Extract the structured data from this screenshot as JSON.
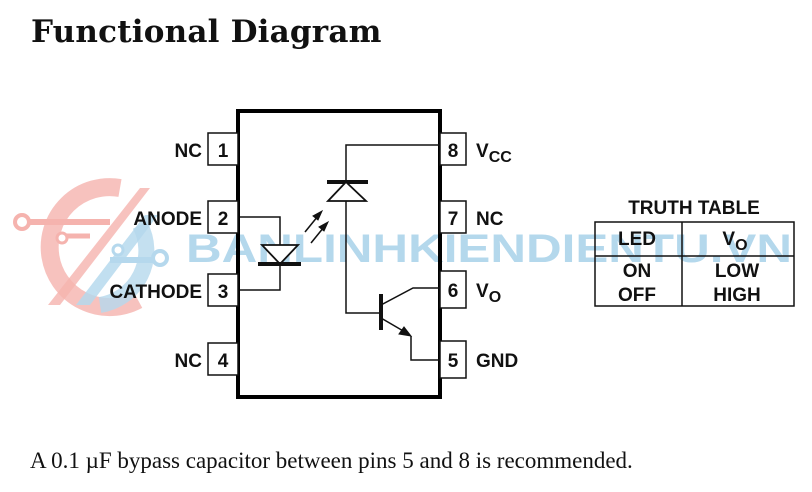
{
  "title": "Functional Diagram",
  "caption": "A 0.1 µF bypass capacitor between pins 5 and 8 is recommended.",
  "pins": {
    "p1": {
      "number": "1",
      "label": "NC"
    },
    "p2": {
      "number": "2",
      "label": "ANODE"
    },
    "p3": {
      "number": "3",
      "label": "CATHODE"
    },
    "p4": {
      "number": "4",
      "label": "NC"
    },
    "p5": {
      "number": "5",
      "label": "GND"
    },
    "p6": {
      "number": "6",
      "label_main": "V",
      "label_sub": "O"
    },
    "p7": {
      "number": "7",
      "label": "NC"
    },
    "p8": {
      "number": "8",
      "label_main": "V",
      "label_sub": "CC"
    }
  },
  "components": {
    "led": "light-emitting-diode",
    "photodiode": "photodiode",
    "transistor": "npn-transistor"
  },
  "truth_table": {
    "title": "TRUTH TABLE",
    "headers": [
      {
        "main": "LED",
        "sub": ""
      },
      {
        "main": "V",
        "sub": "O"
      }
    ],
    "rows": [
      [
        "ON",
        "LOW"
      ],
      [
        "OFF",
        "HIGH"
      ]
    ]
  },
  "watermark": {
    "text": "BANLINHKIENDIENTU.VN",
    "colors": {
      "red": "#f08a84",
      "blue": "#8fc4e4"
    }
  }
}
